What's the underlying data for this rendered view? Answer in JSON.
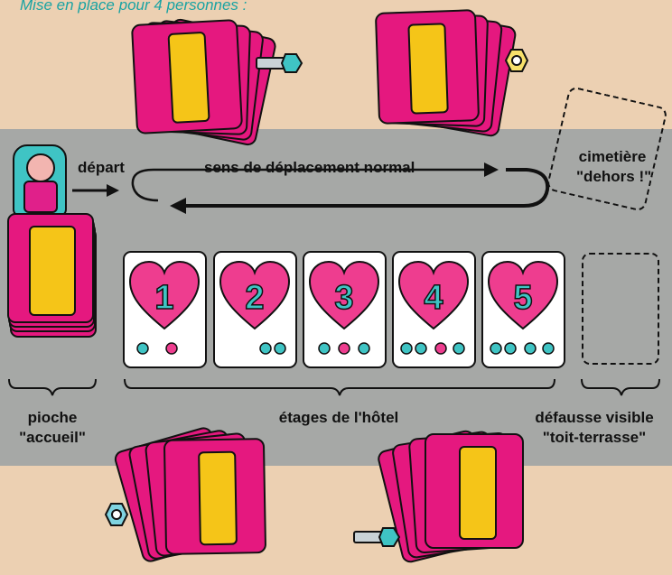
{
  "title": "Mise en place pour 4 personnes :",
  "labels": {
    "depart": "départ",
    "direction": "sens de déplacement normal",
    "graveyard_line1": "cimetière",
    "graveyard_line2": "\"dehors !\"",
    "draw_line1": "pioche",
    "draw_line2": "\"accueil\"",
    "floors": "étages de l'hôtel",
    "discard_line1": "défausse visible",
    "discard_line2": "\"toit-terrasse\""
  },
  "floor_cards": [
    {
      "number": "1"
    },
    {
      "number": "2"
    },
    {
      "number": "3"
    },
    {
      "number": "4"
    },
    {
      "number": "5"
    }
  ],
  "colors": {
    "background": "#ecd0b2",
    "table": "#a6a8a6",
    "card_magenta": "#e5187f",
    "heart": "#ee3d8f",
    "number_teal": "#3fc4c4",
    "title_teal": "#1aa3a3"
  }
}
